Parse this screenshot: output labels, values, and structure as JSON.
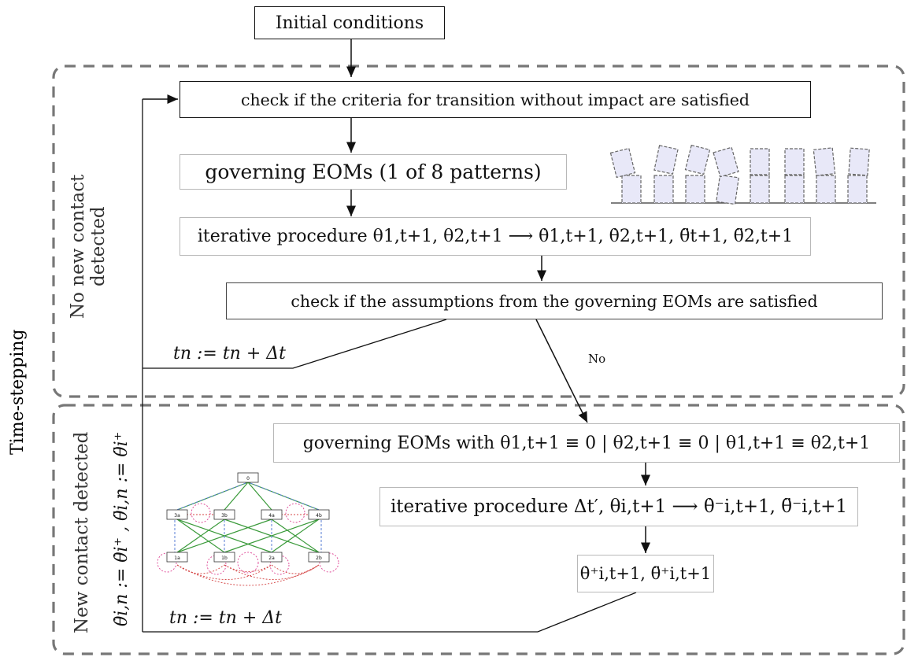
{
  "start": {
    "label": "Initial conditions"
  },
  "section_top": {
    "label_line1": "No new contact",
    "label_line2": "detected"
  },
  "section_bottom": {
    "label": "New contact detected",
    "update_formula": "θ̇i,n := θ̇i⁺ , θ̈i,n := θ̈i⁺"
  },
  "outer_label": "Time-stepping",
  "steps": {
    "check_transition": "check if the criteria for transition without impact are satisfied",
    "governing_eoms": "governing EOMs (1 of 8 patterns)",
    "iterative_1": "iterative procedure θ1,t+1, θ2,t+1 ⟶ θ̇1,t+1, θ̇2,t+1, θ̈t+1, θ̈2,t+1",
    "check_assumptions": "check if the assumptions from the governing EOMs are satisfied",
    "governing_eoms_contact": "governing EOMs with θ1,t+1 ≡ 0 | θ2,t+1 ≡ 0 | θ1,t+1 ≡ θ2,t+1",
    "iterative_2": "iterative procedure Δt′, θi,t+1 ⟶ θ̇⁻i,t+1, θ̈⁻i,t+1",
    "post_impact": "θ̇⁺i,t+1, θ̈⁺i,t+1"
  },
  "edges": {
    "time_update_1": "tn := tn + Δt",
    "time_update_2": "tn := tn + Δt",
    "no_branch": "No"
  },
  "graph_nodes": [
    "0",
    "3a",
    "3b",
    "4a",
    "4b",
    "1a",
    "1b",
    "2a",
    "2b"
  ],
  "colors": {
    "block_fill": "#e8e8f8",
    "block_stroke": "#666666",
    "graph_green": "#3a9a3a",
    "graph_blue": "#5a7fd6",
    "graph_pink": "#e0529c",
    "graph_red": "#d44444"
  }
}
